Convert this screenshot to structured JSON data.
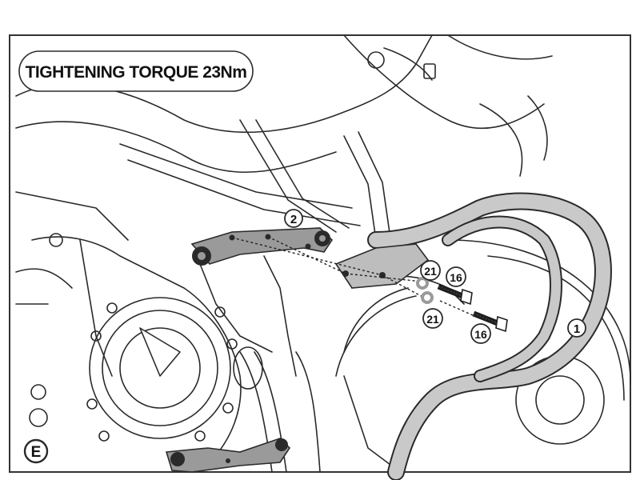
{
  "torque_box": {
    "text": "TIGHTENING TORQUE 23Nm"
  },
  "step_marker": {
    "label": "E"
  },
  "callouts": {
    "part_2": "2",
    "part_1": "1",
    "washer_top": "21",
    "washer_bottom": "21",
    "bolt_top": "16",
    "bolt_bottom": "16"
  },
  "colors": {
    "line": "#2a2a2a",
    "bracket_fill": "#9a9a9a",
    "frame_fill": "#c9c9c9",
    "bolt_fill": "#1e1e1e"
  }
}
